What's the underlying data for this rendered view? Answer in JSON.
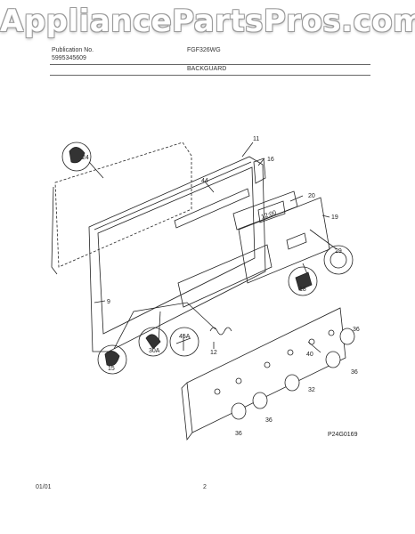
{
  "watermark": "AppliancePartsPros.com",
  "header": {
    "publication_label": "Publication No.",
    "publication_number": "5995345609",
    "model": "FGF326WG",
    "section": "BACKGUARD"
  },
  "clock_text": "12:00",
  "callouts": [
    "11",
    "16",
    "44",
    "24",
    "20",
    "19",
    "29",
    "18",
    "9",
    "15",
    "30A",
    "45A",
    "12",
    "36",
    "40",
    "32",
    "36",
    "36",
    "36"
  ],
  "figure_code": "P24G0169",
  "footer": {
    "date": "01/01",
    "page": "2"
  }
}
